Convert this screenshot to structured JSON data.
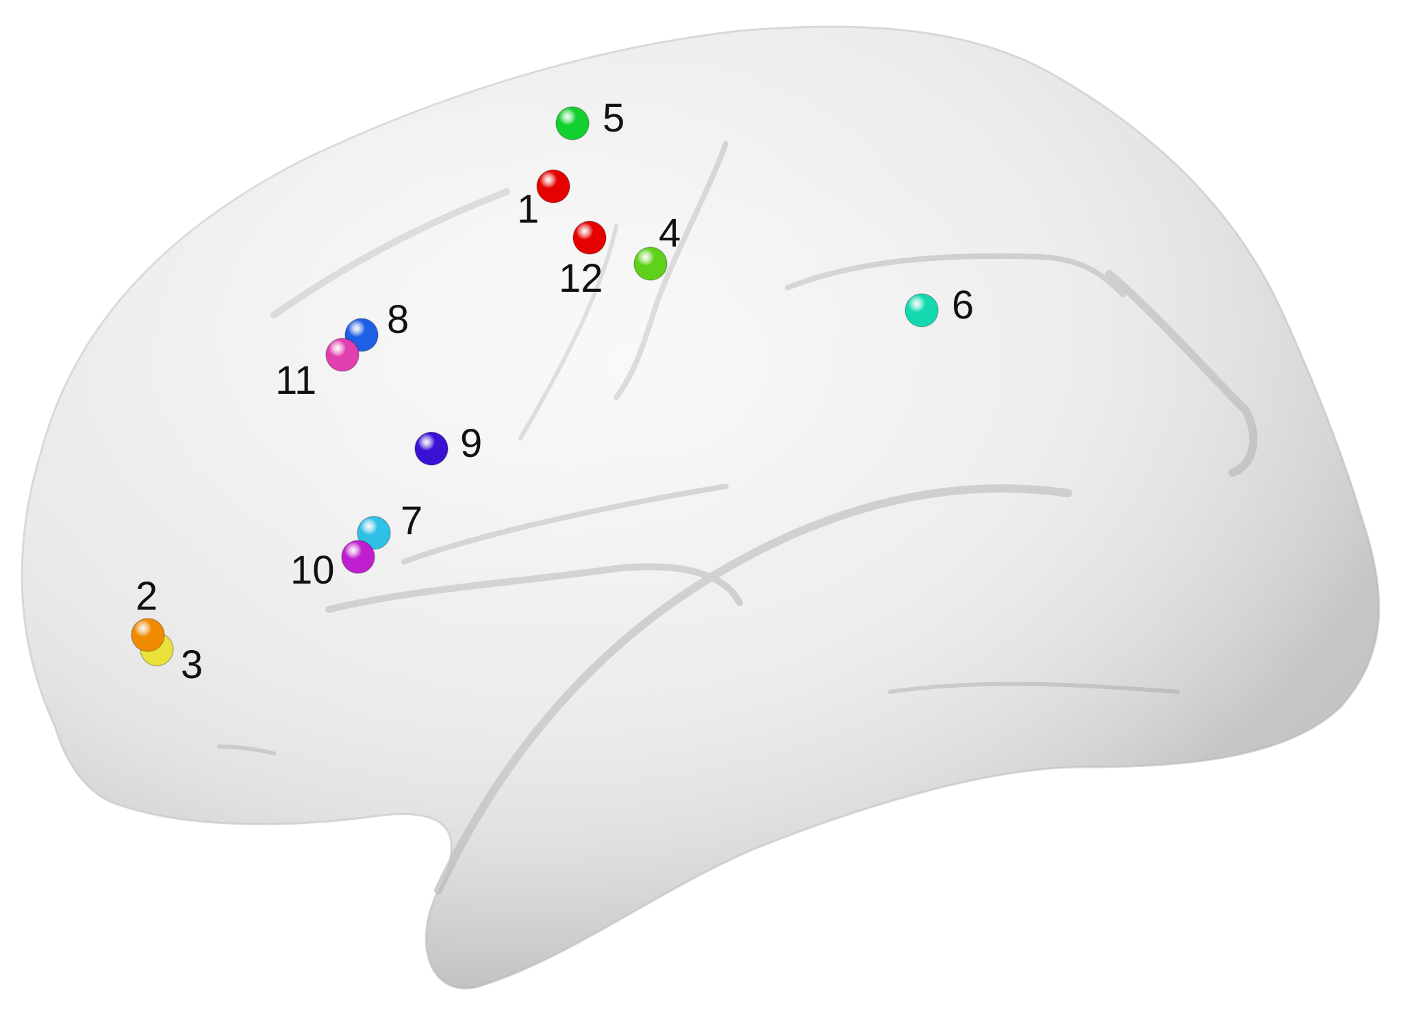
{
  "figure": {
    "surface_color": "#ececec",
    "sulcus_color": "#d2d2d2",
    "markers": [
      {
        "label": "1",
        "color": "#e60000"
      },
      {
        "label": "2",
        "color": "#f08a00"
      },
      {
        "label": "3",
        "color": "#e8e23a"
      },
      {
        "label": "4",
        "color": "#5fd11a"
      },
      {
        "label": "5",
        "color": "#12d12e"
      },
      {
        "label": "6",
        "color": "#14d9b0"
      },
      {
        "label": "7",
        "color": "#2fc0e6"
      },
      {
        "label": "8",
        "color": "#1f5fe6"
      },
      {
        "label": "9",
        "color": "#3a12d6"
      },
      {
        "label": "10",
        "color": "#c01fd0"
      },
      {
        "label": "11",
        "color": "#e03fb0"
      },
      {
        "label": "12",
        "color": "#e60000"
      }
    ]
  }
}
